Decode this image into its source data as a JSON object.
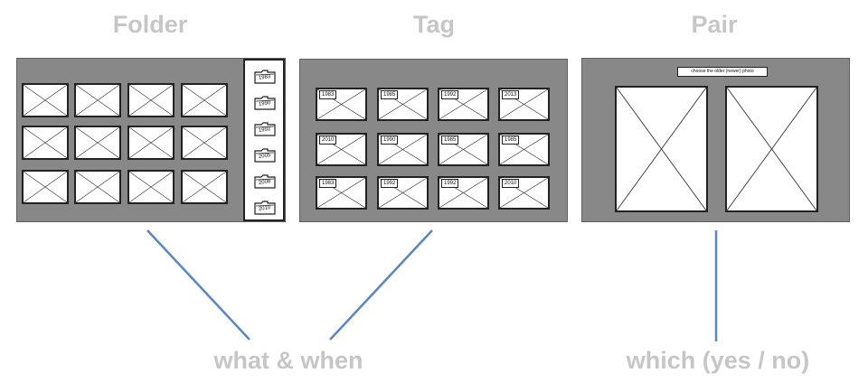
{
  "titles": {
    "folder": "Folder",
    "tag": "Tag",
    "pair": "Pair"
  },
  "bottom_labels": {
    "left": "what & when",
    "right": "which (yes / no)"
  },
  "folder_panel": {
    "folders": [
      "1983",
      "1990",
      "1992",
      "2005",
      "2008",
      "2010"
    ]
  },
  "tag_panel": {
    "tags": [
      "1983",
      "1985",
      "1992",
      "2013",
      "2010",
      "1990",
      "1985",
      "1985",
      "1983",
      "1992",
      "1992",
      "2010"
    ]
  },
  "pair_panel": {
    "prompt": "choose the older (newer) photo"
  },
  "colors": {
    "connector": "#5b86c4",
    "label_gray": "#c6c6c6",
    "panel_gray": "#888888"
  }
}
